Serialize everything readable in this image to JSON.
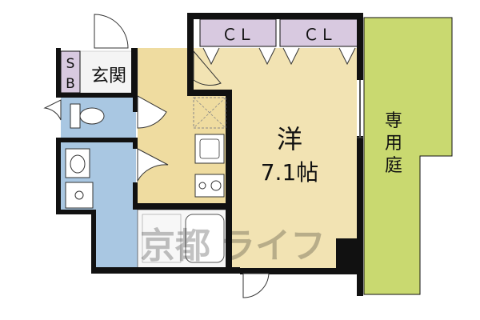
{
  "floorplan": {
    "rooms": {
      "western_room": {
        "label": "洋",
        "area": "7.1帖"
      },
      "closet_left": {
        "label": "ＣＬ"
      },
      "closet_right": {
        "label": "ＣＬ"
      },
      "shoe_box": {
        "label_top": "S",
        "label_bottom": "B"
      },
      "entrance": {
        "label": "玄関"
      },
      "private_garden": {
        "label_1": "専",
        "label_2": "用",
        "label_3": "庭"
      }
    },
    "watermark": {
      "text_1": "京都",
      "text_2": "ライフ"
    },
    "colors": {
      "room_floor": "#f2e3b3",
      "kitchen_floor": "#efdca0",
      "closet": "#d8c9e0",
      "wet_area": "#a9c7e2",
      "garden": "#c9d970",
      "wall": "#111111"
    }
  }
}
